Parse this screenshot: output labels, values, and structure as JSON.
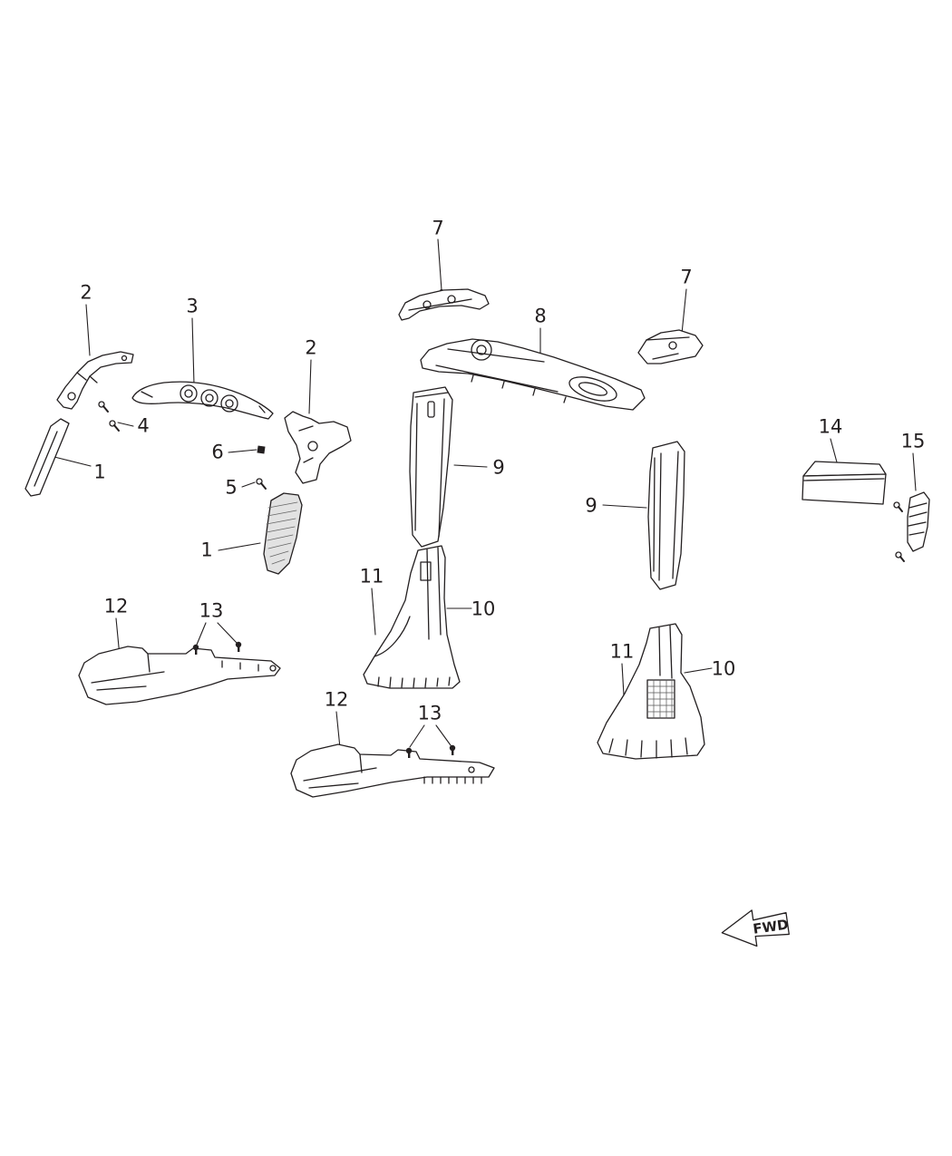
{
  "diagram": {
    "background_color": "#ffffff",
    "line_color": "#231f20",
    "fwd_label": "FWD",
    "callouts": [
      "7",
      "2",
      "3",
      "2",
      "8",
      "7",
      "4",
      "1",
      "6",
      "5",
      "1",
      "9",
      "9",
      "14",
      "15",
      "11",
      "10",
      "12",
      "13",
      "12",
      "13",
      "11",
      "10"
    ]
  }
}
